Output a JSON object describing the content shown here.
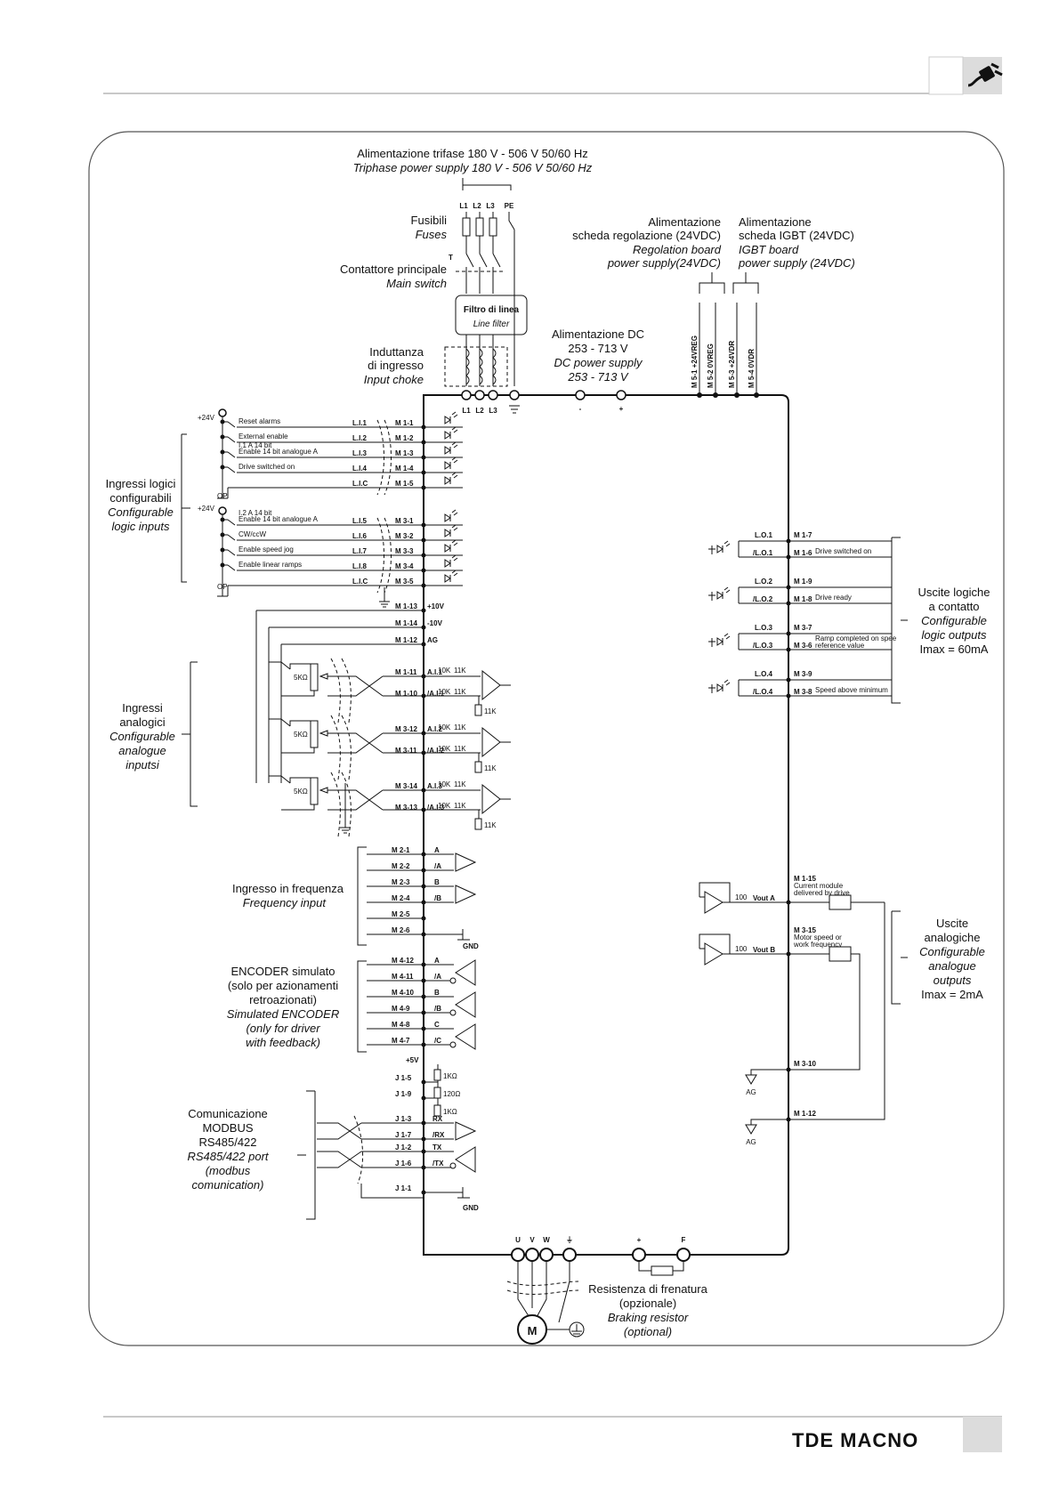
{
  "logo": {
    "text": "TDE MACNO"
  },
  "icons": {
    "header": "power-plug-icon"
  },
  "mains": {
    "it": "Alimentazione trifase 180 V - 506 V 50/60 Hz",
    "en": "Triphase power supply 180 V - 506 V 50/60 Hz",
    "phases": [
      "L1",
      "L2",
      "L3",
      "PE"
    ]
  },
  "fuses": {
    "it": "Fusibili",
    "en": "Fuses",
    "t": "T"
  },
  "contactor": {
    "it": "Contattore principale",
    "en": "Main switch"
  },
  "line_filter": {
    "it": "Filtro di linea",
    "en": "Line filter"
  },
  "choke": {
    "it1": "Induttanza",
    "it2": "di ingresso",
    "en": "Input choke",
    "terms": [
      "L1",
      "L2",
      "L3"
    ]
  },
  "dc_supply": {
    "it": "Alimentazione DC",
    "range": "253 - 713 V",
    "en": "DC power supply",
    "range2": "253 - 713 V",
    "minus": "-",
    "plus": "+"
  },
  "reg_supply": {
    "it1": "Alimentazione",
    "it2": "scheda regolazione (24VDC)",
    "en1": "Regolation board",
    "en2": "power supply(24VDC)"
  },
  "igbt_supply": {
    "it1": "Alimentazione",
    "it2": "scheda IGBT (24VDC)",
    "en1": "IGBT board",
    "en2": "power supply (24VDC)"
  },
  "m5_terms": [
    "M 5-1  +24VREG",
    "M 5-2  0VREG",
    "M 5-3  +24VDR",
    "M 5-4  0VDR"
  ],
  "logic_inputs": {
    "title": [
      "Ingressi logici",
      "configurabili",
      "Configurable",
      "logic inputs"
    ],
    "v24": "+24V",
    "op": "OP",
    "group1": [
      {
        "label": "Reset alarms",
        "code": "L.I.1",
        "term": "M 1-1"
      },
      {
        "label": "External enable",
        "code": "L.I.2",
        "term": "M 1-2"
      },
      {
        "label": "Enable 14 bit analogue A.I.1 A 14 bit",
        "code": "L.I.3",
        "term": "M 1-3"
      },
      {
        "label": "Drive switched on",
        "code": "L.I.4",
        "term": "M 1-4"
      },
      {
        "label": "",
        "code": "L.I.C",
        "term": "M 1-5"
      }
    ],
    "group2": [
      {
        "label": "Enable 14 bit analogue A.I.2 A 14 bit",
        "code": "L.I.5",
        "term": "M 3-1"
      },
      {
        "label": "CW/ccW",
        "code": "L.I.6",
        "term": "M 3-2"
      },
      {
        "label": "Enable speed jog",
        "code": "L.I.7",
        "term": "M 3-3"
      },
      {
        "label": "Enable linear ramps",
        "code": "L.I.8",
        "term": "M 3-4"
      },
      {
        "label": "",
        "code": "L.I.C",
        "term": "M 3-5"
      }
    ]
  },
  "ref_rails": [
    {
      "term": "M 1-13",
      "label": "+10V"
    },
    {
      "term": "M 1-14",
      "label": "-10V"
    },
    {
      "term": "M 1-12",
      "label": "AG"
    }
  ],
  "analog_inputs": {
    "title": [
      "Ingressi",
      "analogici",
      "Configurable",
      "analogue",
      "inputsi"
    ],
    "pot": "5KΩ",
    "r10k": "10K",
    "r11k": "11K",
    "channels": [
      {
        "t1": "M 1-11",
        "n1": "A.I.1",
        "t2": "M 1-10",
        "n2": "/A.I.1"
      },
      {
        "t1": "M 3-12",
        "n1": "A.I.2",
        "t2": "M 3-11",
        "n2": "/A.I.2"
      },
      {
        "t1": "M 3-14",
        "n1": "A.I.3",
        "t2": "M 3-13",
        "n2": "/A.I.3"
      }
    ]
  },
  "freq_input": {
    "title": [
      "Ingresso in frequenza",
      "Frequency input"
    ],
    "rows": [
      {
        "term": "M 2-1",
        "sig": "A"
      },
      {
        "term": "M 2-2",
        "sig": "/A"
      },
      {
        "term": "M 2-3",
        "sig": "B"
      },
      {
        "term": "M 2-4",
        "sig": "/B"
      },
      {
        "term": "M 2-5",
        "sig": ""
      },
      {
        "term": "M 2-6",
        "sig": ""
      }
    ],
    "gnd": "GND"
  },
  "encoder": {
    "title": [
      "ENCODER simulato",
      "(solo per azionamenti",
      "retroazionati)",
      "Simulated ENCODER",
      "(only for driver",
      "with feedback)"
    ],
    "rows": [
      {
        "term": "M 4-12",
        "sig": "A"
      },
      {
        "term": "M 4-11",
        "sig": "/A"
      },
      {
        "term": "M 4-10",
        "sig": "B"
      },
      {
        "term": "M 4-9",
        "sig": "/B"
      },
      {
        "term": "M 4-8",
        "sig": "C"
      },
      {
        "term": "M 4-7",
        "sig": "/C"
      }
    ]
  },
  "modbus": {
    "title": [
      "Comunicazione",
      "MODBUS",
      "RS485/422",
      "RS485/422 port",
      "(modbus",
      "comunication)"
    ],
    "v5": "+5V",
    "r1": "1KΩ",
    "r2": "120Ω",
    "r3": "1KΩ",
    "rows": [
      {
        "term": "J 1-5",
        "sig": ""
      },
      {
        "term": "J 1-9",
        "sig": ""
      },
      {
        "term": "J 1-3",
        "sig": "RX"
      },
      {
        "term": "J 1-7",
        "sig": "/RX"
      },
      {
        "term": "J 1-2",
        "sig": "TX"
      },
      {
        "term": "J 1-6",
        "sig": "/TX"
      },
      {
        "term": "J 1-1",
        "sig": ""
      }
    ],
    "gnd": "GND"
  },
  "logic_outputs": {
    "title": [
      "Uscite logiche",
      "a contatto",
      "Configurable",
      "logic outputs",
      "Imax = 60mA"
    ],
    "rows": [
      {
        "c1": "L.O.1",
        "t1": "M 1-7",
        "c2": "/L.O.1",
        "t2": "M 1-6",
        "label": "Drive switched on"
      },
      {
        "c1": "L.O.2",
        "t1": "M 1-9",
        "c2": "/L.O.2",
        "t2": "M 1-8",
        "label": "Drive ready"
      },
      {
        "c1": "L.O.3",
        "t1": "M 3-7",
        "c2": "/L.O.3",
        "t2": "M 3-6",
        "label": "Ramp completed on speed reference value"
      },
      {
        "c1": "L.O.4",
        "t1": "M 3-9",
        "c2": "/L.O.4",
        "t2": "M 3-8",
        "label": "Speed above minimum"
      }
    ]
  },
  "analog_outputs": {
    "title": [
      "Uscite",
      "analogiche",
      "Configurable",
      "analogue",
      "outputs",
      "Imax = 2mA"
    ],
    "r100": "100",
    "ag": "AG",
    "rows": [
      {
        "term": "M 1-15",
        "note1": "Current module",
        "note2": "delivered by drive",
        "out": "Vout A"
      },
      {
        "term": "M 3-15",
        "note1": "Motor speed or",
        "note2": "work frequency",
        "out": "Vout B"
      }
    ],
    "returns": [
      "M 3-10",
      "M 1-12"
    ]
  },
  "motor": {
    "terms": [
      "U",
      "V",
      "W",
      "⏚",
      "+",
      "F"
    ],
    "m": "M",
    "brake": [
      "Resistenza di frenatura",
      "(opzionale)",
      "Braking resistor",
      "(optional)"
    ]
  }
}
